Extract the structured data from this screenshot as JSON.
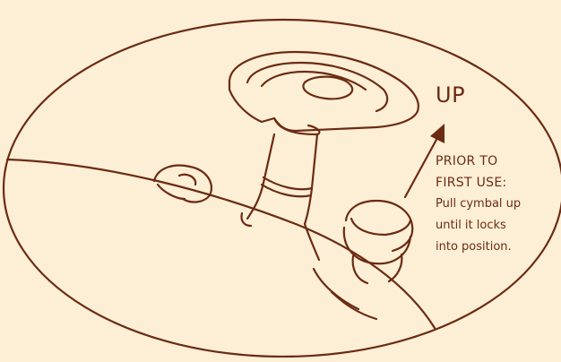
{
  "colors": {
    "background": "#fcefd6",
    "ink": "#6b2b12"
  },
  "labels": {
    "direction": "UP",
    "note_line_1": "PRIOR TO",
    "note_line_2": "FIRST USE:",
    "note_line_3": "Pull cymbal up",
    "note_line_4": "until it locks",
    "note_line_5": "into position."
  }
}
